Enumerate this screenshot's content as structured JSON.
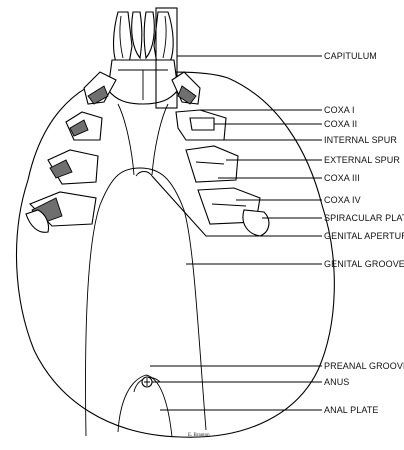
{
  "labels": {
    "capitulum": "CAPITULUM",
    "coxa_i": "COXA I",
    "coxa_ii": "COXA II",
    "internal_spur": "INTERNAL SPUR",
    "external_spur": "EXTERNAL SPUR",
    "coxa_iii": "COXA III",
    "coxa_iv": "COXA IV",
    "spiracular_plate": "SPIRACULAR PLATE",
    "genital_aperture": "GENITAL APERTURE",
    "genital_groove": "GENITAL GROOVE",
    "preanal_groove": "PREANAL GROOVE",
    "anus": "ANUS",
    "anal_plate": "ANAL PLATE"
  },
  "signature": "E. Branton"
}
